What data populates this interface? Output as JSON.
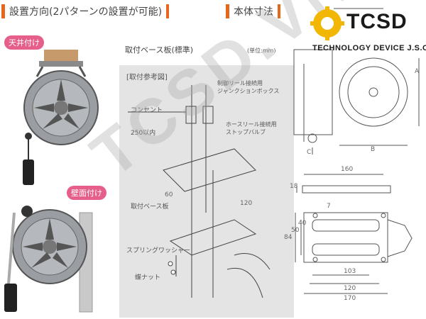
{
  "logo": {
    "title": "TCSD",
    "subtitle": "TECHNOLOGY DEVICE J.S.C"
  },
  "watermark": "TCSD.VN",
  "headers": {
    "install": "設置方向(2パターンの設置が可能)",
    "dims": "本体寸法"
  },
  "tags": {
    "ceiling": "天井付け",
    "wall": "壁面付け"
  },
  "panel": {
    "title": "取付ベース板(標準)",
    "unit": "(単位:mm)",
    "ref": "[取付参考図]",
    "labels": {
      "outlet": "コンセント",
      "within": "250以内",
      "junction": "制御リール接続用\nジャンクションボックス",
      "stopvalve": "ホースリール接続用\nストップバルブ",
      "base": "取付ベース板",
      "spring": "スプリングワッシャー",
      "nut": "蝶ナット"
    },
    "dims": {
      "d60": "60",
      "d120": "120"
    }
  },
  "dimensions": {
    "A": "A",
    "B": "B",
    "C": "C",
    "w160": "160",
    "h18": "18",
    "hole7": "7",
    "v84": "84",
    "v50": "50",
    "v40": "40",
    "w103": "103",
    "w120": "120",
    "w170": "170"
  },
  "colors": {
    "accent": "#e8661a",
    "tag_ceiling": "#e65f8a",
    "tag_wall": "#e65f8a",
    "panel": "#e4e4e4"
  }
}
